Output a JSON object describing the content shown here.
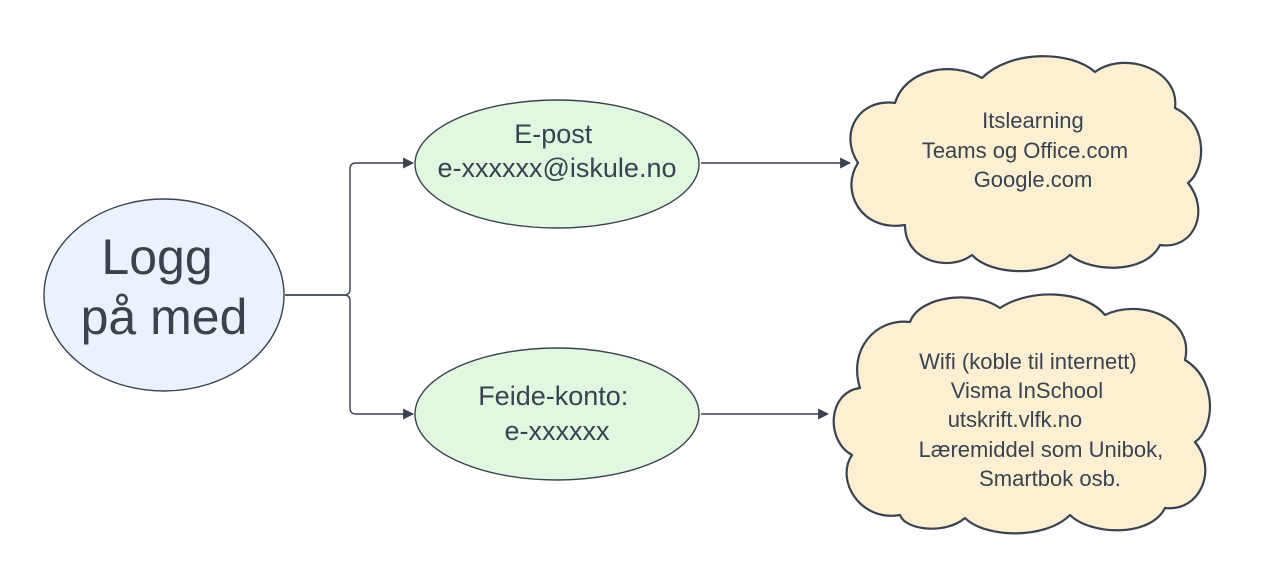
{
  "colors": {
    "root_fill": "#eaf3fd",
    "method_fill": "#e0f8e0",
    "cloud_fill": "#fdefd2",
    "stroke": "#3a4250",
    "text": "#3a4250"
  },
  "root": {
    "lines": [
      "Logg",
      "på med"
    ]
  },
  "methods": [
    {
      "lines": [
        "E-post",
        "e-xxxxxx@iskule.no"
      ],
      "services": [
        "Itslearning",
        "Teams og Office.com",
        "Google.com"
      ]
    },
    {
      "lines": [
        "Feide-konto:",
        "e-xxxxxx"
      ],
      "services": [
        "Wifi (koble til internett)",
        "Visma InSchool",
        "utskrift.vlfk.no",
        "Læremiddel som Unibok,",
        "Smartbok osb."
      ]
    }
  ]
}
